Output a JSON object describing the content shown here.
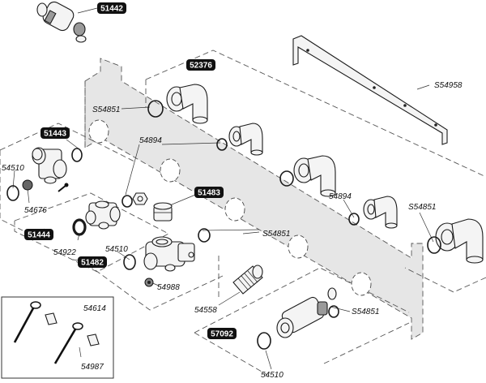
{
  "labels": {
    "p51442": "51442",
    "p52376": "52376",
    "p54958": "S54958",
    "p54851_a": "S54851",
    "p51443": "51443",
    "p54894_a": "54894",
    "p54510_a": "54510",
    "p54676": "54676",
    "p51483": "51483",
    "p54894_b": "54894",
    "p54851_b": "S54851",
    "p51444": "51444",
    "p54851_c": "S54851",
    "p54922": "54922",
    "p54510_b": "54510",
    "p51482": "51482",
    "p54988": "54988",
    "p54558": "54558",
    "p54851_d": "S54851",
    "p54614": "54614",
    "p57092": "57092",
    "p54987": "54987",
    "p54510_c": "54510"
  }
}
